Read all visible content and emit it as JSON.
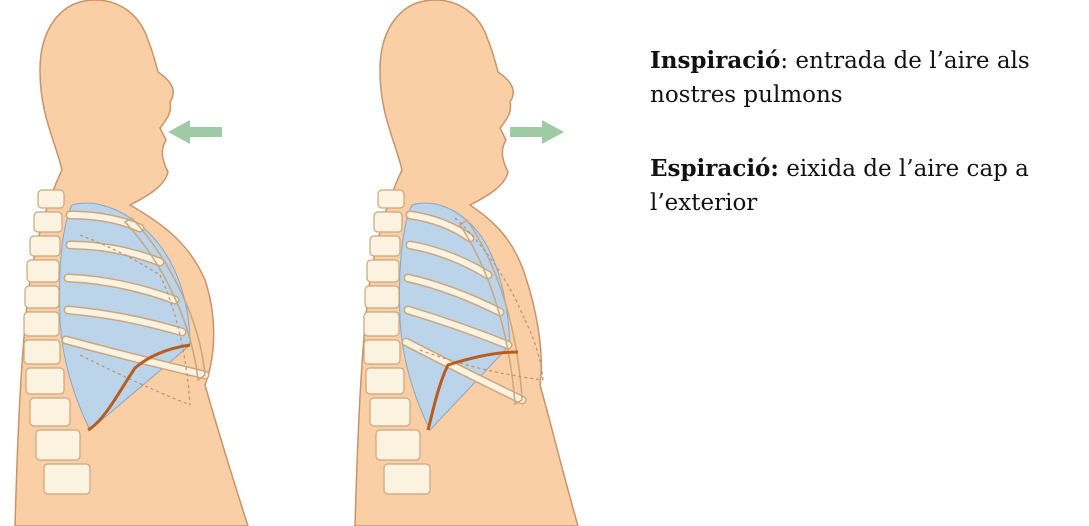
{
  "captions": {
    "inspiration": {
      "term": "Inspiració",
      "separator": ": ",
      "text": "entrada de l’aire als nostres pulmons"
    },
    "expiration": {
      "term": "Espiració:",
      "separator": " ",
      "text": "eixida de l’aire cap a l’exterior"
    }
  },
  "colors": {
    "skin": "#fbcfa6",
    "skin_outline": "#c8946a",
    "lung": "#bcd4ea",
    "bone": "#fbf2df",
    "bone_outline": "#c9a77f",
    "diaphragm": "#b85d1f",
    "arrow": "#9fcaa6"
  },
  "icons": {
    "inspiration_arrow": "arrow-left-icon",
    "expiration_arrow": "arrow-right-icon"
  }
}
